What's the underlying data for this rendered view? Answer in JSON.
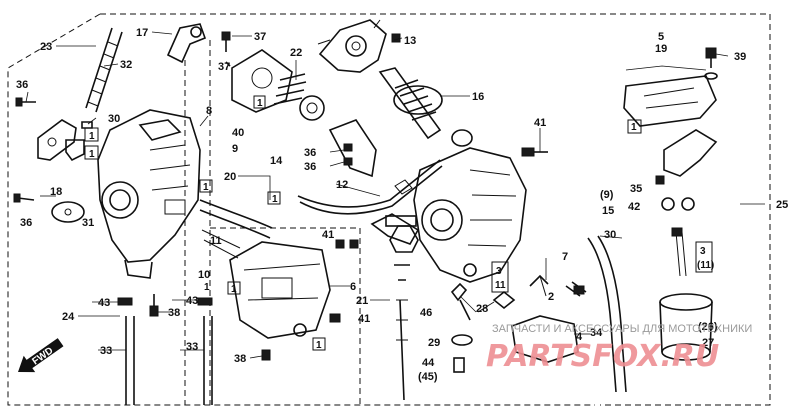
{
  "callouts": [
    {
      "id": "c17",
      "text": "17"
    },
    {
      "id": "c23",
      "text": "23"
    },
    {
      "id": "c32",
      "text": "32"
    },
    {
      "id": "c36a",
      "text": "36"
    },
    {
      "id": "c30a",
      "text": "30"
    },
    {
      "id": "c1a",
      "text": "1"
    },
    {
      "id": "c1b",
      "text": "1"
    },
    {
      "id": "c18",
      "text": "18"
    },
    {
      "id": "c36b",
      "text": "36"
    },
    {
      "id": "c31",
      "text": "31"
    },
    {
      "id": "c37a",
      "text": "37"
    },
    {
      "id": "c37b",
      "text": "37"
    },
    {
      "id": "c1c",
      "text": "1"
    },
    {
      "id": "c22",
      "text": "22"
    },
    {
      "id": "c8",
      "text": "8"
    },
    {
      "id": "c40",
      "text": "40"
    },
    {
      "id": "c9",
      "text": "9"
    },
    {
      "id": "c14",
      "text": "14"
    },
    {
      "id": "c13",
      "text": "13"
    },
    {
      "id": "c16",
      "text": "16"
    },
    {
      "id": "c36c",
      "text": "36"
    },
    {
      "id": "c36d",
      "text": "36"
    },
    {
      "id": "c12",
      "text": "12"
    },
    {
      "id": "c1d",
      "text": "1"
    },
    {
      "id": "c20",
      "text": "20"
    },
    {
      "id": "c1e",
      "text": "1"
    },
    {
      "id": "c1f",
      "text": "1"
    },
    {
      "id": "c10",
      "text": "10"
    },
    {
      "id": "c11",
      "text": "11"
    },
    {
      "id": "c1g",
      "text": "1"
    },
    {
      "id": "c41a",
      "text": "41"
    },
    {
      "id": "c41b",
      "text": "41"
    },
    {
      "id": "c41c",
      "text": "41"
    },
    {
      "id": "c6",
      "text": "6"
    },
    {
      "id": "c21",
      "text": "21"
    },
    {
      "id": "c5",
      "text": "5"
    },
    {
      "id": "c19",
      "text": "19"
    },
    {
      "id": "c39",
      "text": "39"
    },
    {
      "id": "c1h",
      "text": "1"
    },
    {
      "id": "c25",
      "text": "25"
    },
    {
      "id": "c35",
      "text": "35"
    },
    {
      "id": "c9p",
      "text": "(9)"
    },
    {
      "id": "c15",
      "text": "15"
    },
    {
      "id": "c42",
      "text": "42"
    },
    {
      "id": "c30b",
      "text": "30"
    },
    {
      "id": "c3a",
      "text": "3"
    },
    {
      "id": "c11p",
      "text": "(11)"
    },
    {
      "id": "c3b",
      "text": "3"
    },
    {
      "id": "c11b",
      "text": "11"
    },
    {
      "id": "c7",
      "text": "7"
    },
    {
      "id": "c2",
      "text": "2"
    },
    {
      "id": "c46",
      "text": "46"
    },
    {
      "id": "c28",
      "text": "28"
    },
    {
      "id": "c29",
      "text": "29"
    },
    {
      "id": "c44",
      "text": "44"
    },
    {
      "id": "c45",
      "text": "(45)"
    },
    {
      "id": "c34",
      "text": "34"
    },
    {
      "id": "c4",
      "text": "4"
    },
    {
      "id": "c26",
      "text": "(26)"
    },
    {
      "id": "c27",
      "text": "27"
    },
    {
      "id": "c24",
      "text": "24"
    },
    {
      "id": "c43a",
      "text": "43"
    },
    {
      "id": "c43b",
      "text": "43"
    },
    {
      "id": "c38a",
      "text": "38"
    },
    {
      "id": "c38b",
      "text": "38"
    },
    {
      "id": "c33a",
      "text": "33"
    },
    {
      "id": "c33b",
      "text": "33"
    },
    {
      "id": "c1i",
      "text": "1"
    }
  ],
  "fwd_label": "FWD",
  "watermark": {
    "text": "ЗАПЧАСТИ И АКСЕССУАРЫ ДЛЯ МОТОТЕХНИКИ",
    "brand": "PARTSFOX.RU"
  }
}
